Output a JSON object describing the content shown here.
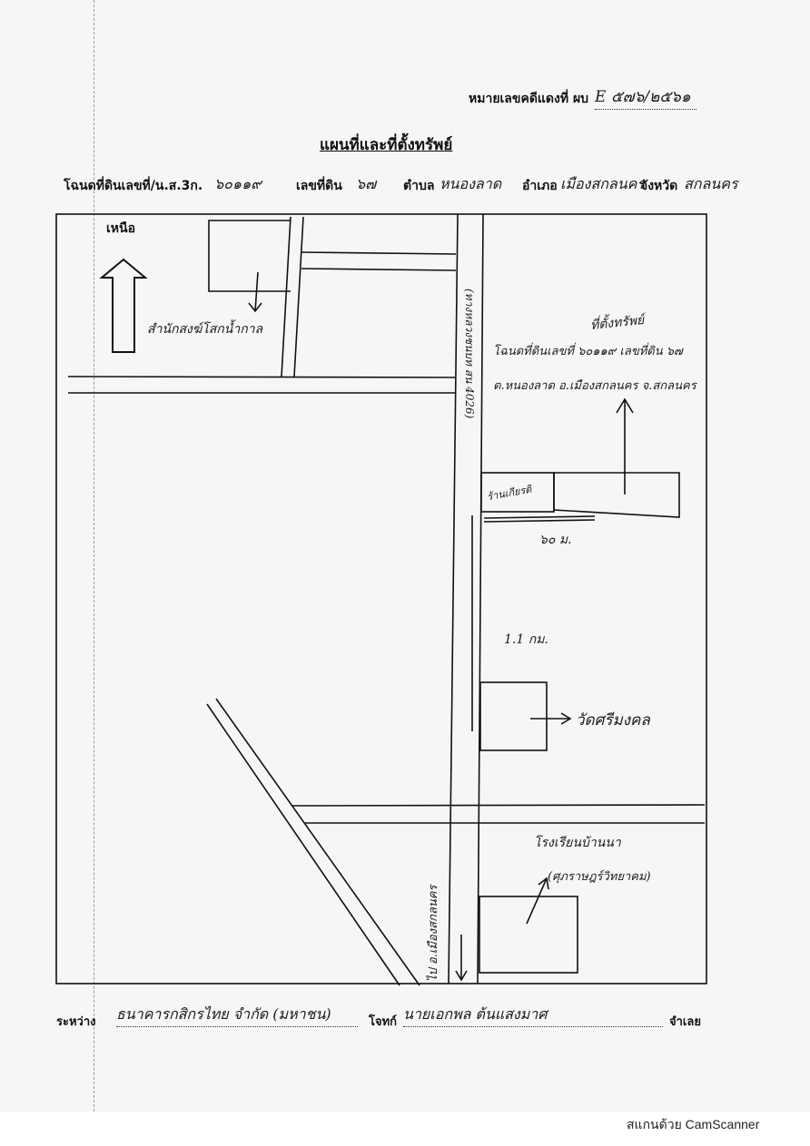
{
  "header": {
    "case_no_label": "หมายเลขคดีแดงที่ ผบ",
    "case_no_value": "E ๕๗๖/๒๕๖๑"
  },
  "title": "แผนที่และที่ตั้งทรัพย์",
  "deed": {
    "deed_label": "โฉนดที่ดินเลขที่/น.ส.3ก.",
    "deed_value": "๖๐๑๑๙",
    "land_no_label": "เลขที่ดิน",
    "land_no_value": "๖๗",
    "subdistrict_label": "ตำบล",
    "subdistrict_value": "หนองลาด",
    "district_label": "อำเภอ",
    "district_value": "เมืองสกลนคร",
    "province_label": "จังหวัด",
    "province_value": "สกลนคร"
  },
  "map": {
    "north_label": "เหนือ",
    "office_label": "สำนักสงฆ์โสกน้ำกาล",
    "highway_label": "(ทางหลวงชนบท สน 4026)",
    "property_title": "ที่ตั้งทรัพย์",
    "property_line1": "โฉนดที่ดินเลขที่ ๖๐๑๑๙ เลขที่ดิน ๖๗",
    "property_line2": "ต.หนองลาด อ.เมืองสกลนคร จ.สกลนคร",
    "shop_label": "ร้านเกียรติ",
    "distance_60": "๖๐ ม.",
    "distance_1_1": "1.1 กม.",
    "temple_label": "วัดศรีมงคล",
    "school_label": "โรงเรียนบ้านนา",
    "school_sub": "(ศุภราษฎร์วิทยาคม)",
    "to_city_label": "ไป อ.เมืองสกลนคร"
  },
  "footer": {
    "between_label": "ระหว่าง",
    "plaintiff_value": "ธนาคารกสิกรไทย จำกัด (มหาชน)",
    "plaintiff_label": "โจทก์",
    "defendant_value": "นายเอกพล ต้นแสงมาศ",
    "defendant_label": "จำเลย"
  },
  "watermark": "สแกนด้วย CamScanner"
}
